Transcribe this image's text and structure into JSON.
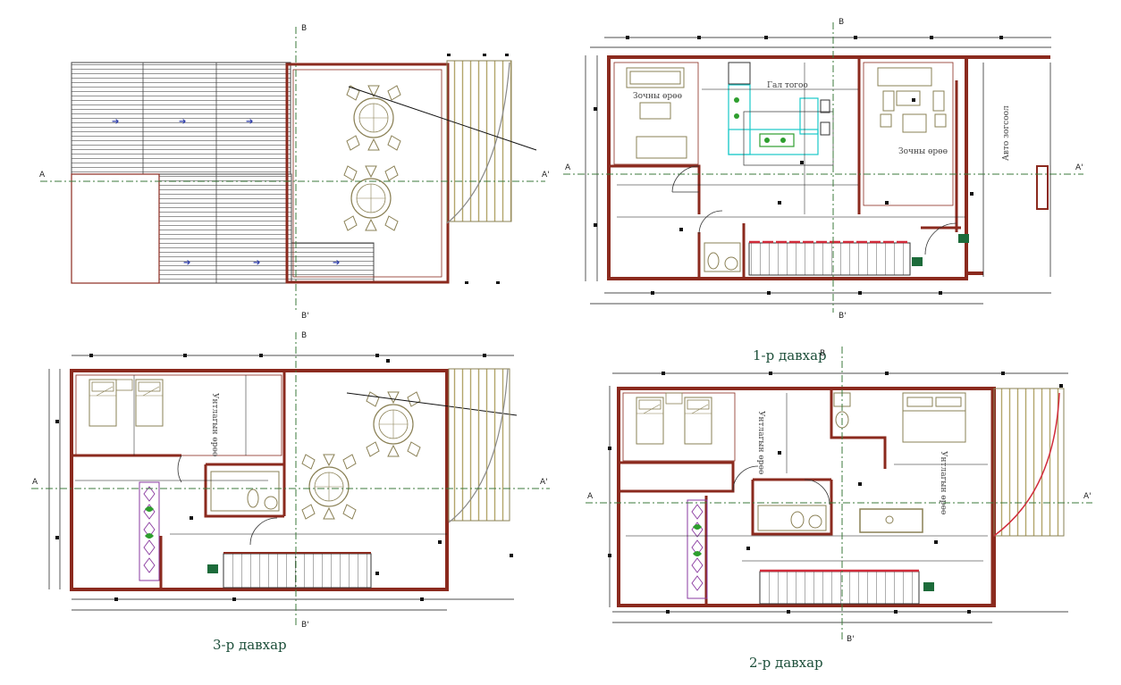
{
  "axes": {
    "a": "A",
    "a_prime": "A'",
    "b": "B",
    "b_prime": "B'"
  },
  "roof_plan": {
    "title": ""
  },
  "floor1": {
    "title": "1-р давхар",
    "rooms": {
      "living_left": "Зочны өрөө",
      "kitchen": "Гал тогоо",
      "living_right": "Зочны өрөө",
      "garage": "Авто зогсоол"
    }
  },
  "floor2": {
    "title": "2-р давхар",
    "rooms": {
      "bedroom_center": "Унтлагын өрөө",
      "bedroom_right": "Унтлагын өрөө"
    }
  },
  "floor3": {
    "title": "3-р давхар",
    "rooms": {
      "bedroom": "Унтлагын өрөө"
    }
  },
  "colors": {
    "wall": "#8b2a1e",
    "dimension": "#111111",
    "axis_line": "#3b7a3b",
    "railing": "#d12b3a",
    "kitchen": "#19c9c9",
    "furniture": "#8a8055",
    "deck": "#b3a56a",
    "plant": "#8a3aa0"
  }
}
